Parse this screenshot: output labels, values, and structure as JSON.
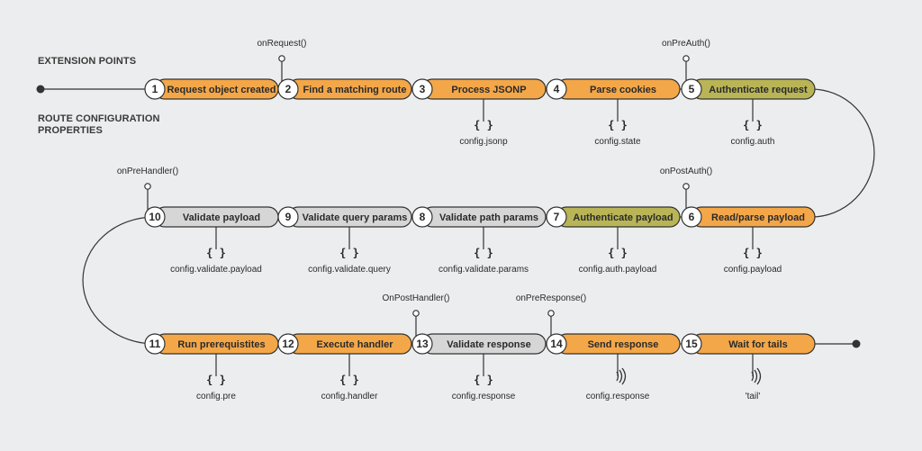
{
  "legend": {
    "extension_points": "EXTENSION POINTS",
    "route_config_line1": "ROUTE CONFIGURATION",
    "route_config_line2": "PROPERTIES"
  },
  "colors": {
    "background": "#ecedee",
    "orange": "#f4a748",
    "olive": "#b9b556",
    "grey": "#d6d6d6",
    "stroke": "#333333"
  },
  "config_glyph": "{ }",
  "steps": [
    {
      "num": "1",
      "label": "Request object created",
      "color": "orange",
      "config": ""
    },
    {
      "num": "2",
      "label": "Find a matching route",
      "color": "orange",
      "config": ""
    },
    {
      "num": "3",
      "label": "Process JSONP",
      "color": "orange",
      "config": "config.jsonp"
    },
    {
      "num": "4",
      "label": "Parse cookies",
      "color": "orange",
      "config": "config.state"
    },
    {
      "num": "5",
      "label": "Authenticate request",
      "color": "olive",
      "config": "config.auth"
    },
    {
      "num": "6",
      "label": "Read/parse payload",
      "color": "orange",
      "config": "config.payload"
    },
    {
      "num": "7",
      "label": "Authenticate payload",
      "color": "olive",
      "config": "config.auth.payload"
    },
    {
      "num": "8",
      "label": "Validate path params",
      "color": "grey",
      "config": "config.validate.params"
    },
    {
      "num": "9",
      "label": "Validate query params",
      "color": "grey",
      "config": "config.validate.query"
    },
    {
      "num": "10",
      "label": "Validate payload",
      "color": "grey",
      "config": "config.validate.payload"
    },
    {
      "num": "11",
      "label": "Run prerequistites",
      "color": "orange",
      "config": "config.pre"
    },
    {
      "num": "12",
      "label": "Execute handler",
      "color": "orange",
      "config": "config.handler"
    },
    {
      "num": "13",
      "label": "Validate response",
      "color": "grey",
      "config": "config.response"
    },
    {
      "num": "14",
      "label": "Send response",
      "color": "orange",
      "config": "config.response",
      "config_glyph": "wave"
    },
    {
      "num": "15",
      "label": "Wait for tails",
      "color": "orange",
      "config": "'tail'",
      "config_glyph": "wave"
    }
  ],
  "extension_points": [
    {
      "label": "onRequest()"
    },
    {
      "label": "onPreAuth()"
    },
    {
      "label": "onPostAuth()"
    },
    {
      "label": "onPreHandler()"
    },
    {
      "label": "OnPostHandler()"
    },
    {
      "label": "onPreResponse()"
    }
  ]
}
